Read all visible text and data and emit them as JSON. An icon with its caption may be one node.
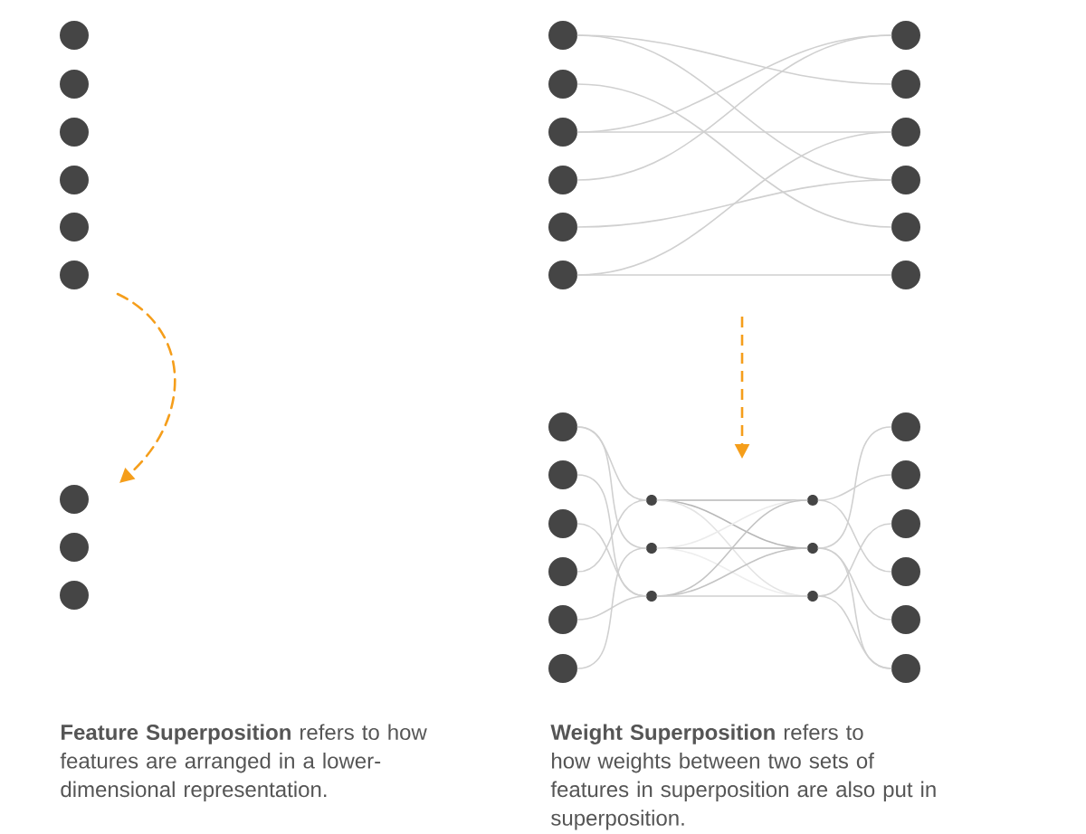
{
  "diagram": {
    "nodes": [
      {
        "text": [],
        "shape": "circle"
      },
      {
        "text": [],
        "shape": "circle"
      },
      {
        "text": [],
        "shape": "circle"
      },
      {
        "text": [],
        "shape": "circle"
      },
      {
        "text": [],
        "shape": "circle"
      },
      {
        "text": [],
        "shape": "circle"
      },
      {
        "text": [],
        "shape": "circle"
      },
      {
        "text": [],
        "shape": "circle"
      },
      {
        "text": [],
        "shape": "circle"
      },
      {
        "text": [],
        "shape": "circle"
      },
      {
        "text": [],
        "shape": "circle"
      },
      {
        "text": [],
        "shape": "circle"
      },
      {
        "text": [],
        "shape": "circle"
      },
      {
        "text": [],
        "shape": "circle"
      },
      {
        "text": [],
        "shape": "circle"
      },
      {
        "text": [],
        "shape": "circle"
      },
      {
        "text": [],
        "shape": "circle"
      },
      {
        "text": [],
        "shape": "circle"
      },
      {
        "text": [],
        "shape": "circle"
      },
      {
        "text": [],
        "shape": "circle"
      },
      {
        "text": [],
        "shape": "circle"
      },
      {
        "text": [],
        "shape": "circle"
      },
      {
        "text": [],
        "shape": "circle"
      },
      {
        "text": [],
        "shape": "circle"
      },
      {
        "text": [],
        "shape": "circle"
      },
      {
        "text": [],
        "shape": "circle"
      },
      {
        "text": [],
        "shape": "circle"
      },
      {
        "text": [],
        "shape": "circle"
      },
      {
        "text": [],
        "shape": "circle"
      },
      {
        "text": [],
        "shape": "circle"
      },
      {
        "text": [],
        "shape": "circle"
      },
      {
        "text": [],
        "shape": "circle"
      },
      {
        "text": [],
        "shape": "circle"
      },
      {
        "text": [],
        "shape": "circle"
      },
      {
        "text": [],
        "shape": "circle"
      },
      {
        "text": [],
        "shape": "circle"
      },
      {
        "text": [],
        "shape": "circle"
      },
      {
        "text": [],
        "shape": "circle"
      },
      {
        "text": [],
        "shape": "circle"
      }
    ],
    "edges": [
      {
        "from": 5,
        "to": 6,
        "arrow": "to",
        "style": "dashed",
        "color": "#f59e1b"
      },
      {
        "from": 9,
        "to": 16,
        "arrow": "none"
      },
      {
        "from": 9,
        "to": 18,
        "arrow": "none"
      },
      {
        "from": 10,
        "to": 19,
        "arrow": "none"
      },
      {
        "from": 11,
        "to": 15,
        "arrow": "none"
      },
      {
        "from": 11,
        "to": 17,
        "arrow": "none"
      },
      {
        "from": 12,
        "to": 15,
        "arrow": "none"
      },
      {
        "from": 13,
        "to": 18,
        "arrow": "none"
      },
      {
        "from": 14,
        "to": 17,
        "arrow": "none"
      },
      {
        "from": 14,
        "to": 20,
        "arrow": "none"
      },
      {
        "from": 21,
        "to": 27,
        "arrow": "none"
      },
      {
        "from": 21,
        "to": 28,
        "arrow": "none"
      },
      {
        "from": 22,
        "to": 29,
        "arrow": "none"
      },
      {
        "from": 23,
        "to": 29,
        "arrow": "none"
      },
      {
        "from": 24,
        "to": 27,
        "arrow": "none"
      },
      {
        "from": 25,
        "to": 29,
        "arrow": "none"
      },
      {
        "from": 26,
        "to": 28,
        "arrow": "none"
      },
      {
        "from": 27,
        "to": 30,
        "arrow": "none",
        "color": "#b8b8b8"
      },
      {
        "from": 27,
        "to": 31,
        "arrow": "none",
        "color": "#b8b8b8"
      },
      {
        "from": 27,
        "to": 32,
        "arrow": "none",
        "color": "#e4e4e4"
      },
      {
        "from": 28,
        "to": 30,
        "arrow": "none",
        "color": "#ebebeb"
      },
      {
        "from": 28,
        "to": 31,
        "arrow": "none",
        "color": "#b8b8b8"
      },
      {
        "from": 28,
        "to": 32,
        "arrow": "none",
        "color": "#eeeeee"
      },
      {
        "from": 29,
        "to": 30,
        "arrow": "none",
        "color": "#c4c4c4"
      },
      {
        "from": 29,
        "to": 31,
        "arrow": "none",
        "color": "#c4c4c4"
      },
      {
        "from": 29,
        "to": 32,
        "arrow": "none"
      },
      {
        "from": 30,
        "to": 34,
        "arrow": "none"
      },
      {
        "from": 30,
        "to": 36,
        "arrow": "none"
      },
      {
        "from": 31,
        "to": 33,
        "arrow": "none"
      },
      {
        "from": 31,
        "to": 37,
        "arrow": "none"
      },
      {
        "from": 31,
        "to": 38,
        "arrow": "none"
      },
      {
        "from": 32,
        "to": 35,
        "arrow": "none"
      },
      {
        "from": 32,
        "to": 38,
        "arrow": "none"
      }
    ],
    "labels": [
      "**Feature Superposition** refers to how features are arranged in a lower-dimensional representation.",
      "**Weight Superposition** refers to how weights between two sets of features in superposition are also put in superposition."
    ]
  }
}
